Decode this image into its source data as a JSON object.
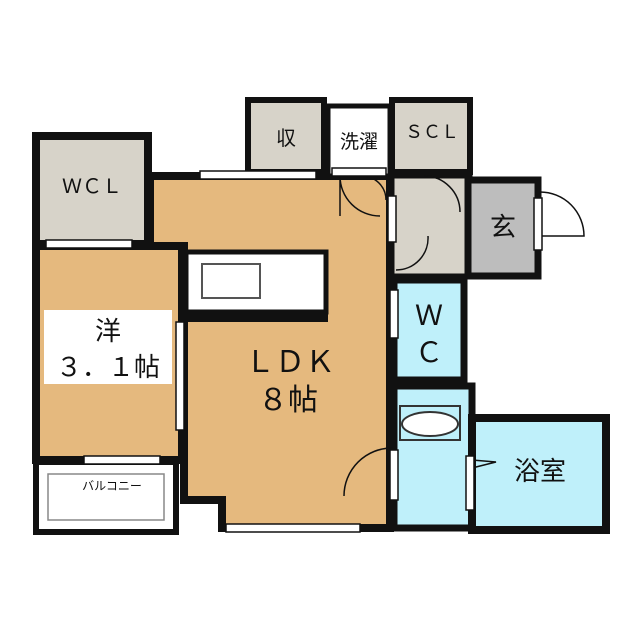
{
  "rooms": {
    "wcl": "ＷＣＬ",
    "yoshitsu_title": "洋",
    "yoshitsu_size": "３．１帖",
    "storage": "収",
    "laundry": "洗濯",
    "scl": "ＳＣＬ",
    "entrance": "玄",
    "toilet_w": "Ｗ",
    "toilet_c": "Ｃ",
    "ldk_title": "ＬＤＫ",
    "ldk_size": "８帖",
    "bath": "浴室",
    "balcony": "バルコニー"
  },
  "colors": {
    "wall": "#111111",
    "wood_floor": "#E5B97E",
    "closet_floor": "#D7D3C9",
    "entrance_floor": "#BDBDBD",
    "wet_area": "#BFF0FA",
    "white": "#FFFFFF"
  }
}
